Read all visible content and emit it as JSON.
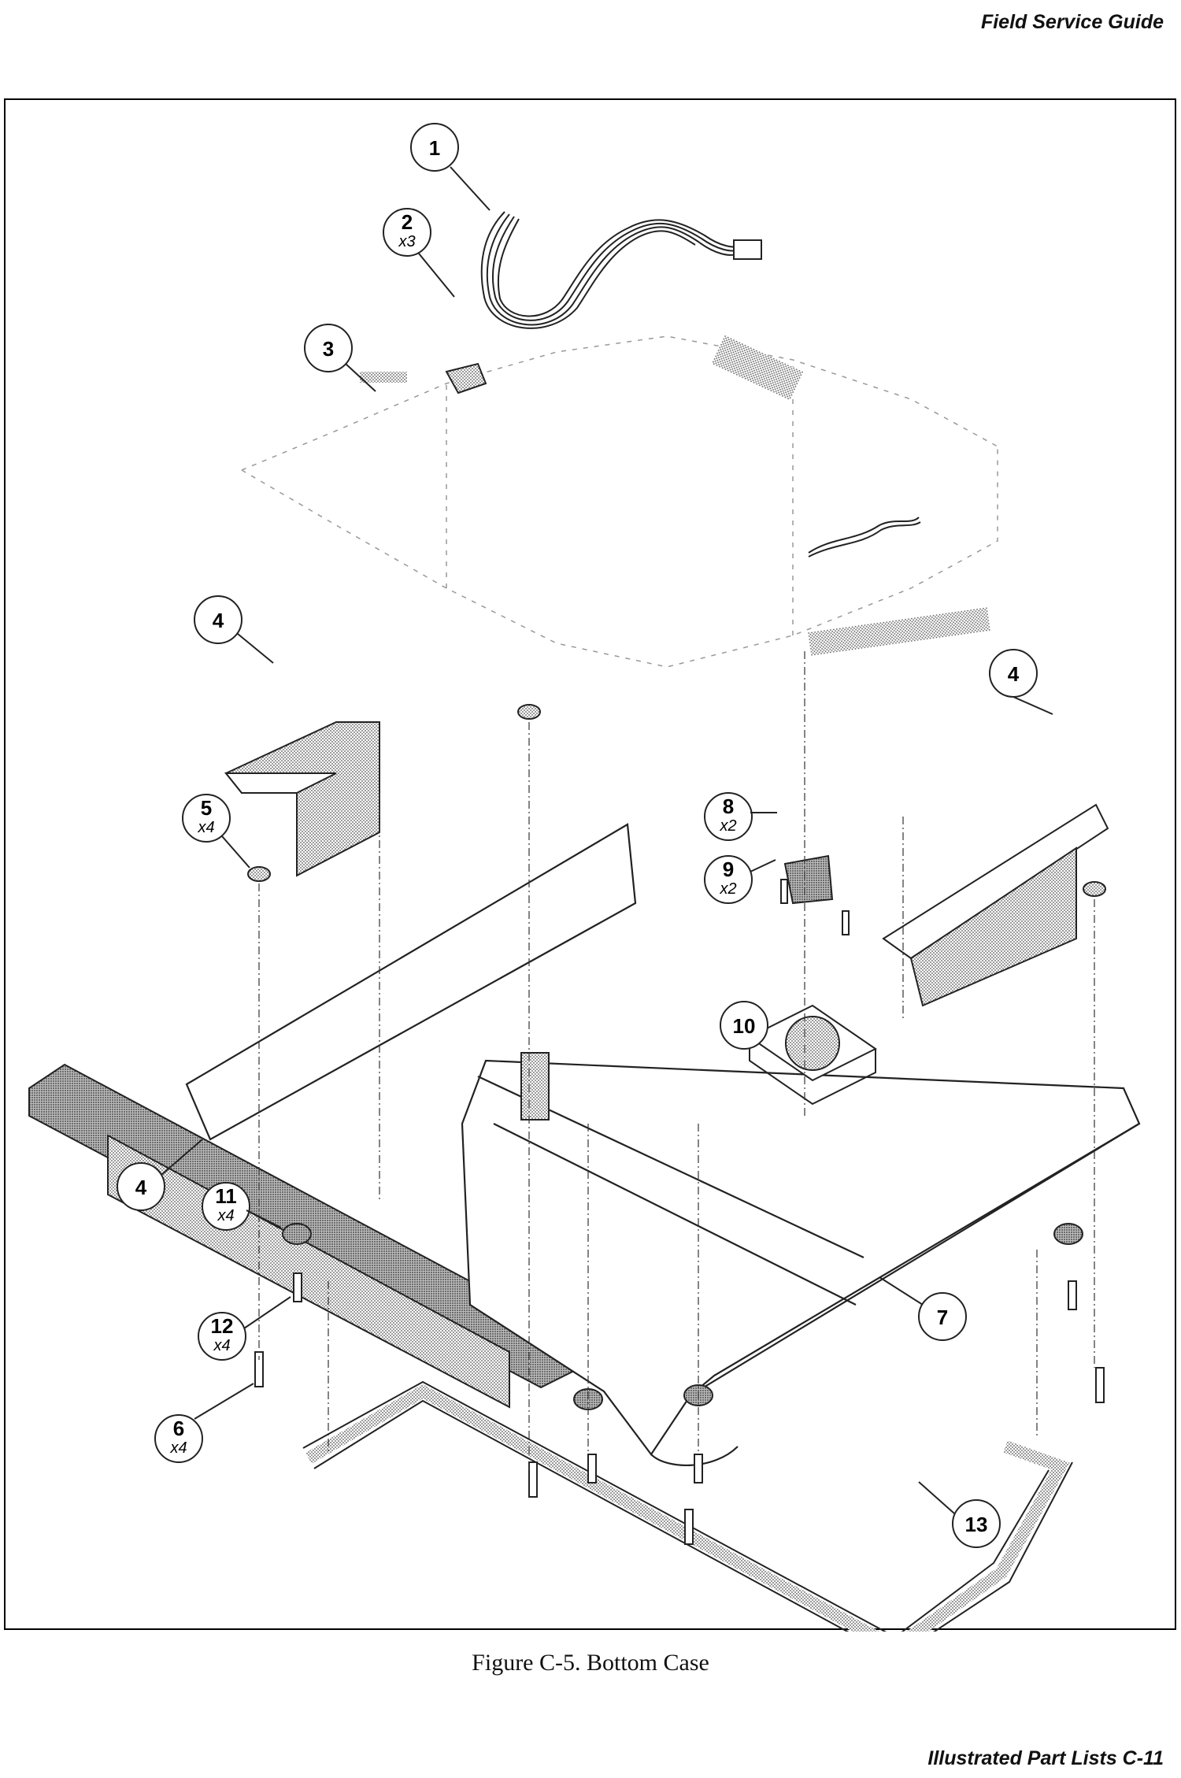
{
  "header": {
    "title": "Field Service Guide"
  },
  "figure": {
    "caption": "Figure C-5.  Bottom Case",
    "callouts": [
      {
        "number": "1",
        "qty": ""
      },
      {
        "number": "2",
        "qty": "x3"
      },
      {
        "number": "3",
        "qty": ""
      },
      {
        "number": "4",
        "qty": ""
      },
      {
        "number": "4",
        "qty": ""
      },
      {
        "number": "4",
        "qty": ""
      },
      {
        "number": "5",
        "qty": "x4"
      },
      {
        "number": "6",
        "qty": "x4"
      },
      {
        "number": "7",
        "qty": ""
      },
      {
        "number": "8",
        "qty": "x2"
      },
      {
        "number": "9",
        "qty": "x2"
      },
      {
        "number": "10",
        "qty": ""
      },
      {
        "number": "11",
        "qty": "x4"
      },
      {
        "number": "12",
        "qty": "x4"
      },
      {
        "number": "13",
        "qty": ""
      }
    ]
  },
  "footer": {
    "text": "Illustrated Part Lists   C-11"
  }
}
